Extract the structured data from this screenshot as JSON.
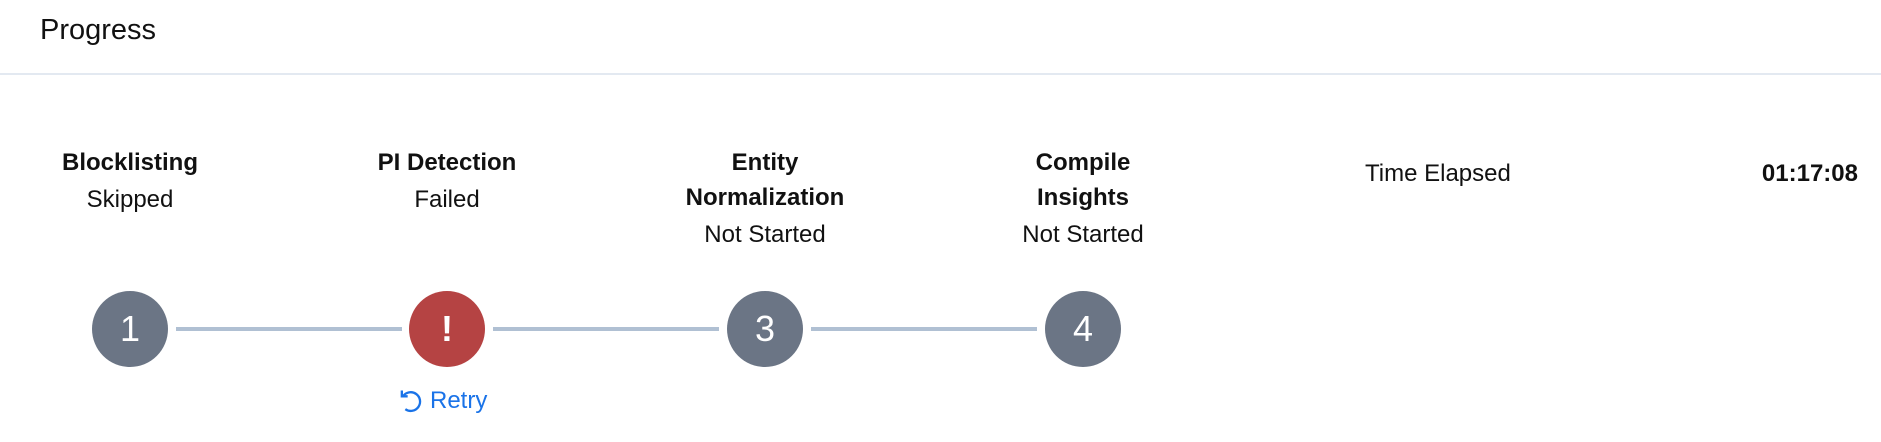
{
  "header": {
    "title": "Progress"
  },
  "steps": [
    {
      "number": "1",
      "name": "Blocklisting",
      "status": "Skipped",
      "state": "skipped"
    },
    {
      "number": "!",
      "name": "PI Detection",
      "status": "Failed",
      "state": "failed"
    },
    {
      "number": "3",
      "name": "Entity Normalization",
      "status": "Not Started",
      "state": "not-started"
    },
    {
      "number": "4",
      "name": "Compile Insights",
      "status": "Not Started",
      "state": "not-started"
    }
  ],
  "retry": {
    "label": "Retry",
    "icon": "retry-icon"
  },
  "time_elapsed": {
    "label": "Time Elapsed",
    "value": "01:17:08"
  },
  "colors": {
    "step_default": "#6b7585",
    "step_failed": "#b54343",
    "connector": "#b0c0d3",
    "link": "#1a73e8"
  }
}
